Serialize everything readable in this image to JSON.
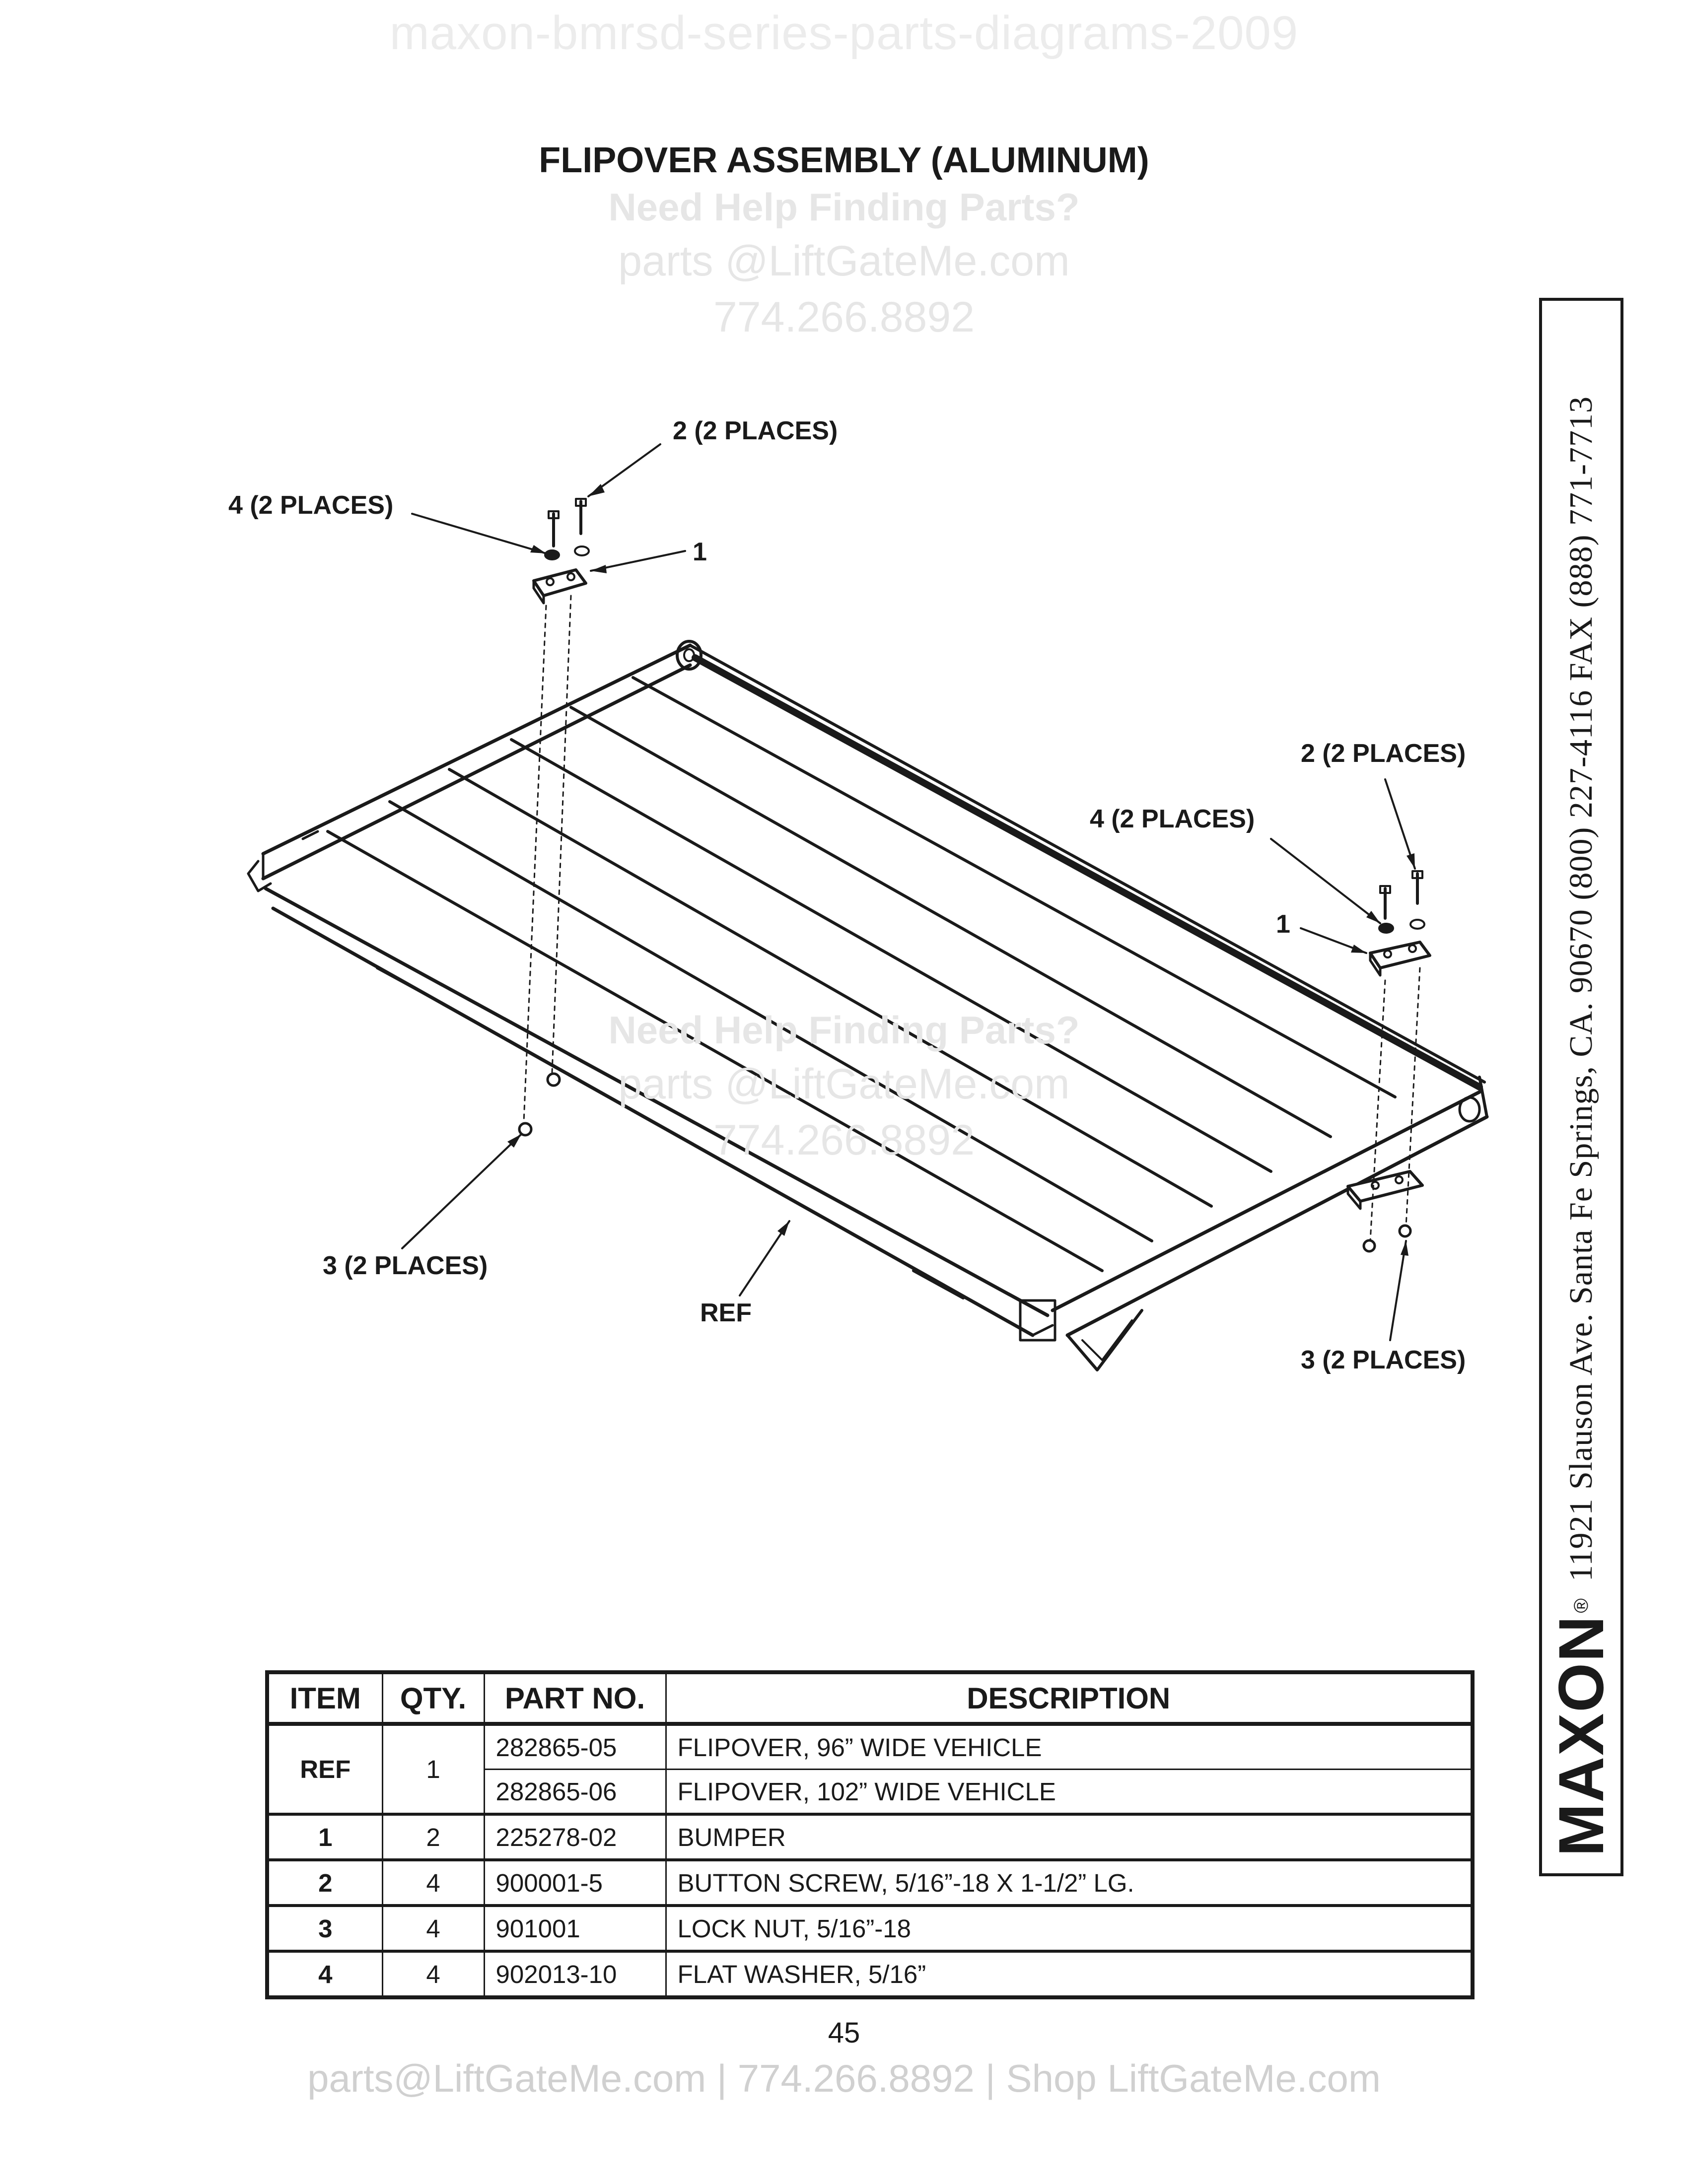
{
  "watermark_top": "maxon-bmrsd-series-parts-diagrams-2009",
  "title": "FLIPOVER ASSEMBLY (ALUMINUM)",
  "help_overlay": {
    "heading": "Need Help Finding Parts?",
    "email": "parts @LiftGateMe.com",
    "phone": "774.266.8892"
  },
  "callouts": {
    "left_places_2": "2 (2 PLACES)",
    "left_places_4": "4 (2 PLACES)",
    "left_item_1": "1",
    "left_places_3": "3 (2 PLACES)",
    "ref": "REF",
    "right_places_2": "2 (2 PLACES)",
    "right_places_4": "4 (2 PLACES)",
    "right_item_1": "1",
    "right_places_3": "3 (2 PLACES)"
  },
  "side_strip": {
    "logo": "MAXON",
    "registered": "®",
    "address": "11921 Slauson Ave.   Santa Fe Springs, CA.   90670   (800) 227-4116   FAX (888) 771-7713"
  },
  "table": {
    "headers": [
      "ITEM",
      "QTY.",
      "PART NO.",
      "DESCRIPTION"
    ],
    "ref_item": "REF",
    "ref_qty": "1",
    "ref_rows": [
      {
        "part": "282865-05",
        "desc": "FLIPOVER, 96” WIDE VEHICLE"
      },
      {
        "part": "282865-06",
        "desc": "FLIPOVER, 102” WIDE VEHICLE"
      }
    ],
    "rows": [
      {
        "item": "1",
        "qty": "2",
        "part": "225278-02",
        "desc": "BUMPER"
      },
      {
        "item": "2",
        "qty": "4",
        "part": "900001-5",
        "desc": "BUTTON SCREW, 5/16”-18 X 1-1/2” LG."
      },
      {
        "item": "3",
        "qty": "4",
        "part": "901001",
        "desc": "LOCK NUT, 5/16”-18"
      },
      {
        "item": "4",
        "qty": "4",
        "part": "902013-10",
        "desc": "FLAT WASHER, 5/16”"
      }
    ]
  },
  "page_number": "45",
  "footer": "parts@LiftGateMe.com | 774.266.8892 | Shop LiftGateMe.com"
}
